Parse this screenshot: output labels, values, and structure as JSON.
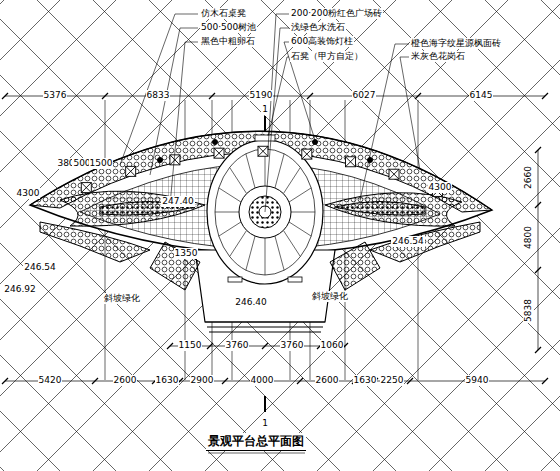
{
  "diagram": {
    "title": "景观平台总平面图",
    "labels": [
      "仿木石桌凳",
      "500·500树池",
      "黑色中粗卵石",
      "200·200粉红色广场砖",
      "浅绿色水洗石",
      "600高装饰灯柱",
      "石凳（甲方自定）",
      "橙色海字纹星源枫面砖",
      "米灰色花岗石",
      "5376",
      "6833",
      "5190",
      "6027",
      "6145",
      "2660",
      "4800",
      "5838",
      "1150",
      "3760",
      "3760",
      "1060",
      "5420",
      "2600",
      "1630",
      "2900",
      "4000",
      "2600",
      "1630",
      "2250",
      "5940",
      "斜坡绿化",
      "斜坡绿化",
      "247.40",
      "246.54",
      "246.92",
      "246.40",
      "246.54",
      "4300",
      "4300",
      "380",
      "500",
      "1500",
      "1350",
      "1",
      "1"
    ]
  }
}
